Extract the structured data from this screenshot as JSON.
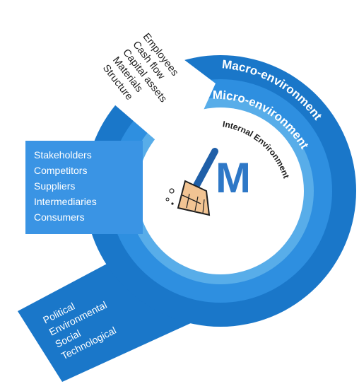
{
  "rings": {
    "macro_label": "Macro-environment",
    "micro_label": "Micro-environment",
    "internal_label": "Internal Environment"
  },
  "internal_factors": [
    "Employees",
    "Cash flow",
    "Capital assets",
    "Materials",
    "Structure"
  ],
  "micro_factors": [
    "Stakeholders",
    "Competitors",
    "Suppliers",
    "Intermediaries",
    "Consumers"
  ],
  "macro_factors": [
    "Political",
    "Environmental",
    "Social",
    "Technological"
  ],
  "logo": {
    "letter": "M"
  },
  "colors": {
    "macro": "#1a77c9",
    "micro": "#2e8fe0",
    "inner_ring": "#58ade9",
    "center": "#ffffff",
    "micro_box": "#3a94e4",
    "macro_arm": "#1a77c9",
    "text_dark": "#1f1f1f",
    "text_light": "#ffffff"
  }
}
